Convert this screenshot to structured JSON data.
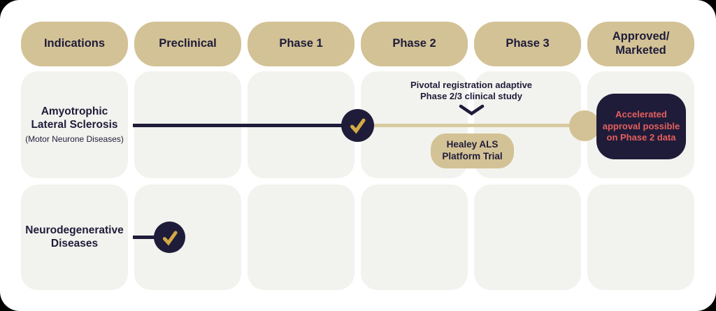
{
  "columns": [
    "Indications",
    "Preclinical",
    "Phase 1",
    "Phase 2",
    "Phase 3",
    "Approved/\nMarketed"
  ],
  "rows": [
    {
      "indication_title": "Amyotrophic\nLateral Sclerosis",
      "indication_subtitle": "(Motor Neurone Diseases)",
      "annotation": "Pivotal registration adaptive\nPhase 2/3 clinical study",
      "trial_badge": "Healey ALS\nPlatform Trial",
      "approval_note": "Accelerated\napproval possible\non Phase 2 data",
      "completed_marker": "check",
      "completed_through": "Phase 1",
      "projected_through": "Approved/Marketed"
    },
    {
      "indication_title": "Neurodegenerative\nDiseases",
      "completed_marker": "check",
      "completed_through": "Preclinical"
    }
  ],
  "icons": {
    "check": "✓",
    "chevron_down": "⌄"
  },
  "colors": {
    "corner_bg": "#000000",
    "card_bg": "#ffffff",
    "pill_tan": "#d3c295",
    "cell_bg": "#f2f3ee",
    "navy": "#1f1c3a",
    "gold": "#d2a944",
    "red": "#e55f5d",
    "tan_line": "#d8c9a0"
  }
}
